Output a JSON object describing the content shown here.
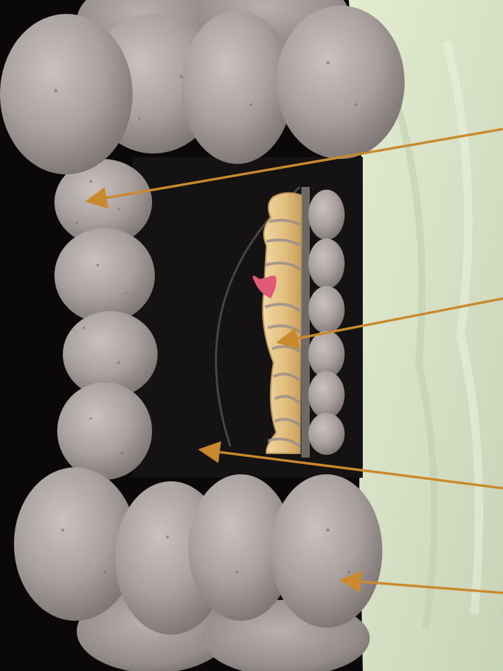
{
  "image": {
    "subject": "tomb-diorama-photo",
    "annotation_arrows": [
      {
        "name": "arrow-to-top-left-stone",
        "color": "#c98a2e"
      },
      {
        "name": "arrow-to-mummy",
        "color": "#c98a2e"
      },
      {
        "name": "arrow-to-backdrop",
        "color": "#c98a2e"
      },
      {
        "name": "arrow-to-bottom-right-stone",
        "color": "#c98a2e"
      }
    ],
    "colors": {
      "backdrop": "#141212",
      "cloth": "#dfe6cf",
      "stone": "#a9a19f",
      "mummy_wrap": "#e6c78e",
      "heart": "#e05a78",
      "arrow": "#c98a2e"
    }
  }
}
